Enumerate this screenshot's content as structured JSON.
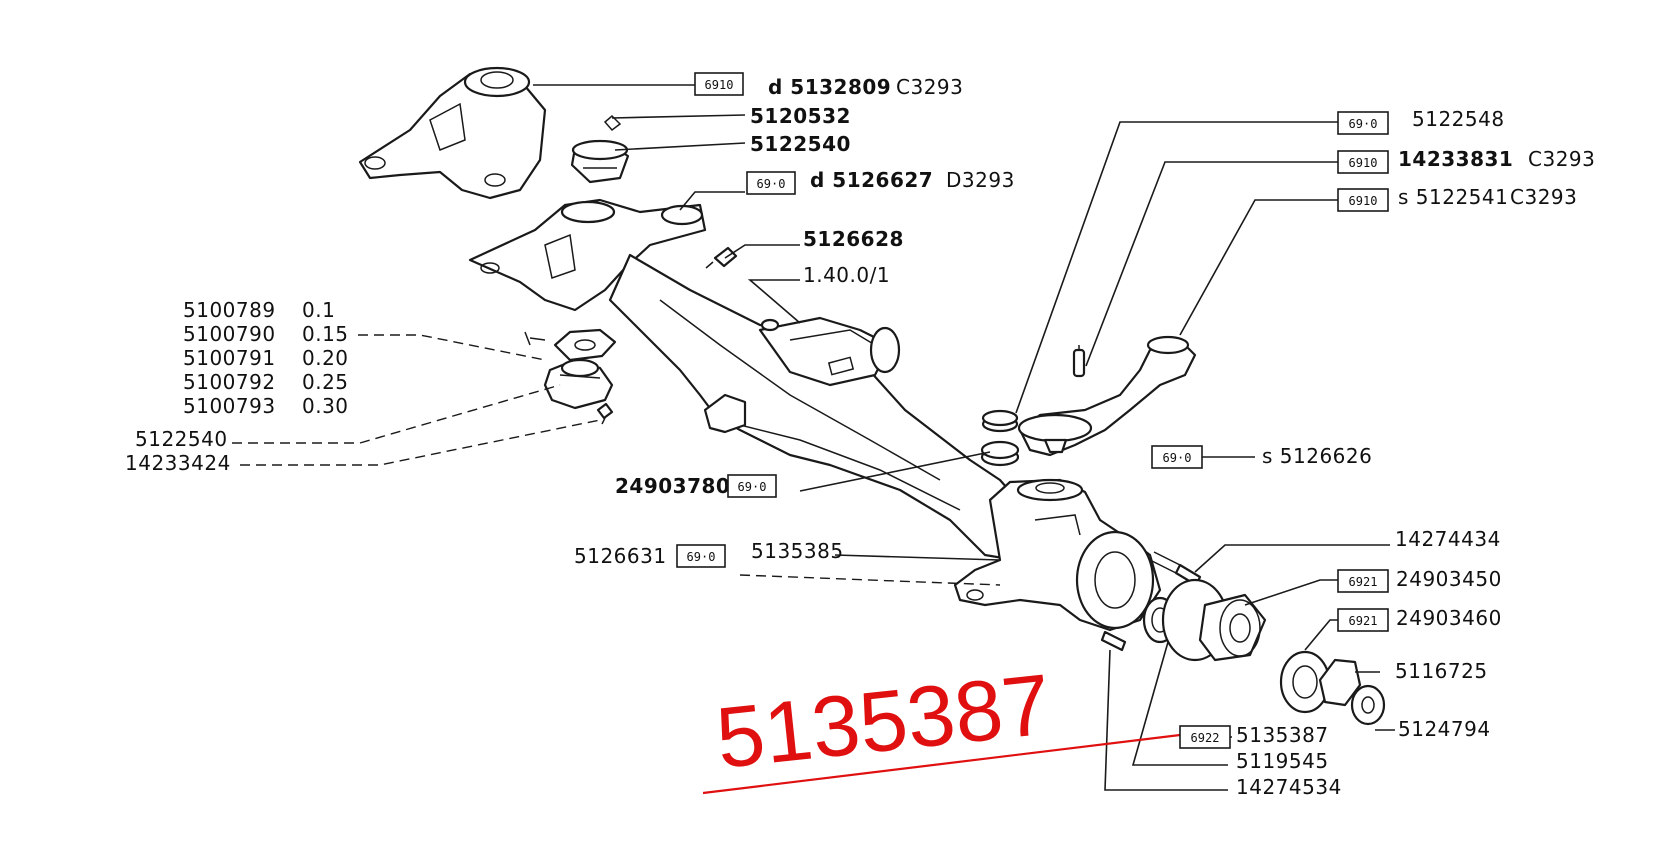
{
  "part_labels": [
    {
      "code": "6910",
      "number": "d 5132809",
      "suffix": "C3293"
    },
    {
      "number": "5120532"
    },
    {
      "number": "5122540"
    },
    {
      "code": "69·0",
      "number": "d 5126627",
      "suffix": "D3293"
    },
    {
      "number": "5126628"
    },
    {
      "number": "1.40.0/1"
    },
    {
      "number": "5100789",
      "suffix": "0.1"
    },
    {
      "number": "5100790",
      "suffix": "0.15"
    },
    {
      "number": "5100791",
      "suffix": "0.20"
    },
    {
      "number": "5100792",
      "suffix": "0.25"
    },
    {
      "number": "5100793",
      "suffix": "0.30"
    },
    {
      "number": "5122540"
    },
    {
      "number": "14233424"
    },
    {
      "code": "69·0",
      "number": "24903780"
    },
    {
      "code": "69·0",
      "number": "5126631"
    },
    {
      "number": "5135385"
    },
    {
      "code": "69·0",
      "number": "5122548"
    },
    {
      "code": "6910",
      "number": "14233831",
      "suffix": "C3293"
    },
    {
      "code": "6910",
      "number": "s 5122541",
      "suffix": "C3293"
    },
    {
      "code": "69·0",
      "number": "s 5126626"
    },
    {
      "number": "14274434"
    },
    {
      "code": "6921",
      "number": "24903450"
    },
    {
      "code": "6921",
      "number": "24903460"
    },
    {
      "number": "5116725"
    },
    {
      "number": "5124794"
    },
    {
      "code": "6922",
      "number": "5135387"
    },
    {
      "number": "5119545"
    },
    {
      "number": "14274534"
    }
  ],
  "highlight": {
    "number": "5135387",
    "color": "#e01010"
  }
}
